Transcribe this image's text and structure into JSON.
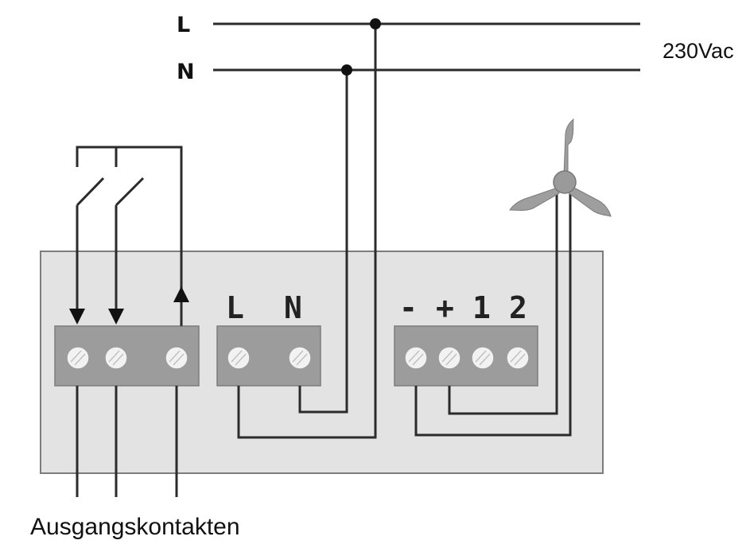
{
  "supply": {
    "line_label": "L",
    "neutral_label": "N",
    "voltage_label": "230Vac"
  },
  "terminals": {
    "power": [
      "L",
      "N"
    ],
    "sensor": [
      "-",
      "+",
      "1",
      "2"
    ]
  },
  "outputs": {
    "caption": "Ausgangskontakten"
  },
  "icons": {
    "relay_switch": "relay-switch-icon",
    "wind_sensor": "wind-sensor-icon",
    "screw": "screw-terminal-icon"
  },
  "colors": {
    "wire": "#2b2b2b",
    "housing": "#e3e3e3",
    "terminal_block": "#9c9c9c"
  }
}
